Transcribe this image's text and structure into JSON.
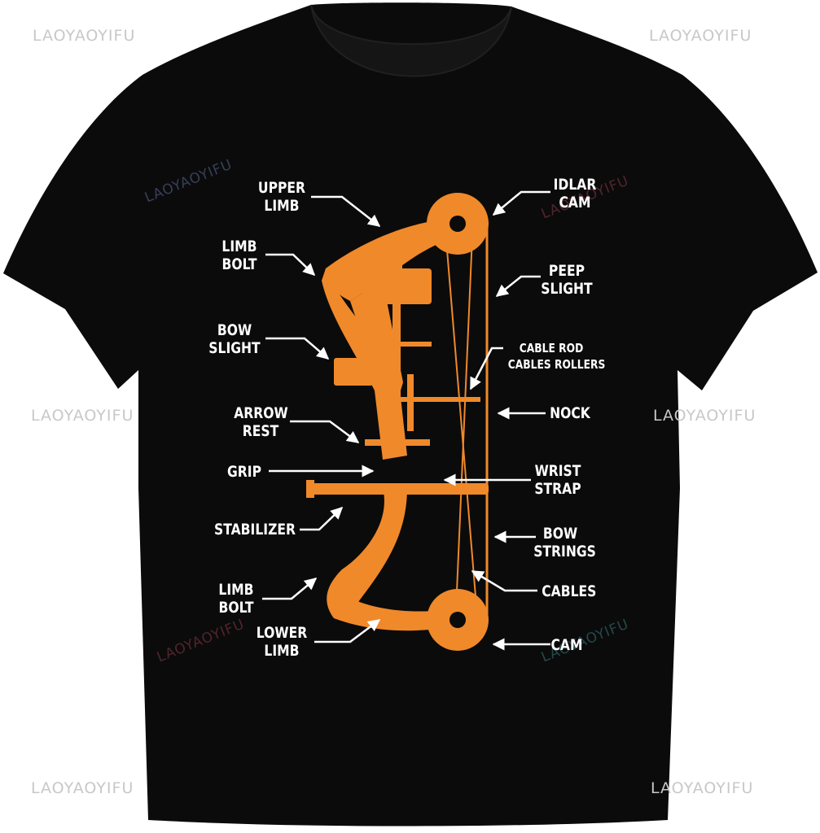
{
  "colors": {
    "background": "#ffffff",
    "shirt": "#0b0b0b",
    "bow": "#f0892a",
    "labels": "#ffffff",
    "watermark": "#c8c8c8"
  },
  "watermark": "LAOYAOYIFU",
  "labels": {
    "upper_limb": "UPPER\nLIMB",
    "limb_bolt_top": "LIMB\nBOLT",
    "bow_slight": "BOW\nSLIGHT",
    "arrow_rest": "ARROW\nREST",
    "grip": "GRIP",
    "stabilizer": "STABILIZER",
    "limb_bolt_bottom": "LIMB\nBOLT",
    "lower_limb": "LOWER\nLIMB",
    "idlar_cam": "IDLAR\nCAM",
    "peep_slight": "PEEP\nSLIGHT",
    "cable_rod": "CABLE ROD\nCABLES ROLLERS",
    "nock": "NOCK",
    "wrist_strap": "WRIST\nSTRAP",
    "bow_strings": "BOW\nSTRINGS",
    "cables": "CABLES",
    "cam": "CAM"
  }
}
